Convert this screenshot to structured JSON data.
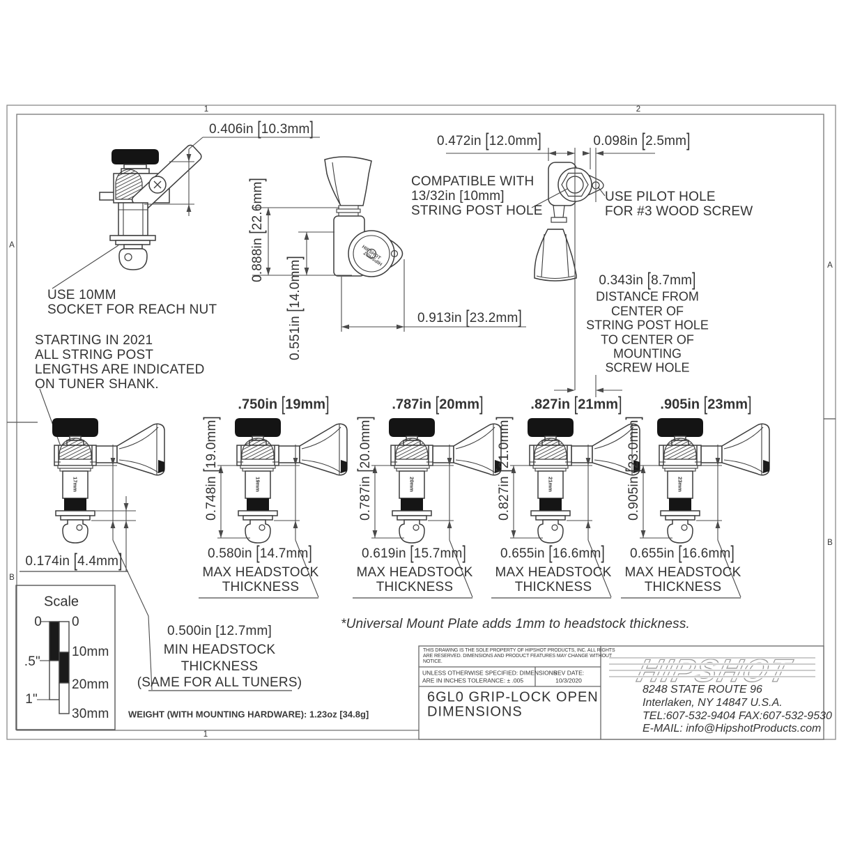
{
  "frame": {
    "zone_top_1": "1",
    "zone_top_2": "2",
    "zone_bottom_1": "1",
    "zone_left_a": "A",
    "zone_left_b": "B",
    "zone_right_a": "A",
    "zone_right_b": "B"
  },
  "front_view": {
    "dim_lever": "0.406in [10.3mm]",
    "note_socket": [
      "USE 10MM",
      "SOCKET FOR REACH NUT"
    ],
    "note_2021": [
      "STARTING IN 2021",
      "ALL STRING POST",
      "LENGTHS ARE INDICATED",
      "ON TUNER SHANK."
    ]
  },
  "side_view": {
    "dim_height": "0.888in [22.6mm]",
    "dim_body": "0.551in [14.0mm]",
    "dim_width": "0.913in [23.2mm]",
    "note_post_hole": [
      "COMPATIBLE WITH",
      "13/32in [10mm]",
      "STRING POST HOLE"
    ],
    "cap_text": "HIPSHOT"
  },
  "back_view": {
    "dim_offset": "0.472in [12.0mm]",
    "dim_edge": "0.098in [2.5mm]",
    "note_pilot": [
      "USE PILOT HOLE",
      "FOR #3 WOOD SCREW"
    ],
    "dim_screw": "0.343in [8.7mm]",
    "note_screw": [
      "DISTANCE FROM",
      "CENTER OF",
      "STRING POST HOLE",
      "TO CENTER OF",
      "MOUNTING",
      "SCREW HOLE"
    ]
  },
  "tuners": [
    {
      "shaft_label": "17mm"
    },
    {
      "shaft_label": "19mm",
      "heading": ".750in [19mm]",
      "post_length": "0.748in [19.0mm]",
      "max_thickness": "0.580in [14.7mm]",
      "max_label_1": "MAX HEADSTOCK",
      "max_label_2": "THICKNESS"
    },
    {
      "shaft_label": "20mm",
      "heading": ".787in [20mm]",
      "post_length": "0.787in [20.0mm]",
      "max_thickness": "0.619in [15.7mm]",
      "max_label_1": "MAX HEADSTOCK",
      "max_label_2": "THICKNESS"
    },
    {
      "shaft_label": "21mm",
      "heading": ".827in [21mm]",
      "post_length": "0.827in [21.0mm]",
      "max_thickness": "0.655in [16.6mm]",
      "max_label_1": "MAX HEADSTOCK",
      "max_label_2": "THICKNESS"
    },
    {
      "shaft_label": "23mm",
      "heading": ".905in [23mm]",
      "post_length": "0.905in [23.0mm]",
      "max_thickness": "0.655in [16.6mm]",
      "max_label_1": "MAX HEADSTOCK",
      "max_label_2": "THICKNESS"
    }
  ],
  "washer_dim": "0.174in [4.4mm]",
  "min_headstock": [
    "0.500in [12.7mm]",
    "MIN HEADSTOCK",
    "THICKNESS",
    "(SAME FOR ALL TUNERS)"
  ],
  "universal_note": "*Universal Mount Plate adds 1mm to headstock thickness.",
  "weight_note": "WEIGHT (WITH MOUNTING HARDWARE): 1.23oz [34.8g]",
  "scale_box": {
    "title": "Scale",
    "inch_labels": [
      "0",
      ".5\"",
      "1\""
    ],
    "mm_labels": [
      "0",
      "10mm",
      "20mm",
      "30mm"
    ]
  },
  "title_block": {
    "legal": [
      "THIS DRAWING IS THE SOLE PROPERTY OF HIPSHOT PRODUCTS, INC. ALL RIGHTS",
      "ARE RESERVED. DIMENSIONS AND PRODUCT FEATURES MAY CHANGE WITHOUT",
      "NOTICE."
    ],
    "spec": [
      "UNLESS OTHERWISE SPECIFIED: DIMENSIONS",
      "ARE IN INCHES TOLERANCE:  ± .005"
    ],
    "rev": [
      "REV DATE:",
      "10/3/2020"
    ],
    "title": [
      "6GL0 GRIP-LOCK OPEN",
      "DIMENSIONS"
    ],
    "brand": "HIPSHOT",
    "address": [
      "8248 STATE ROUTE 96",
      "Interlaken, NY 14847 U.S.A.",
      "TEL:607-532-9404 FAX:607-532-9530",
      "E-MAIL: info@HipshotProducts.com"
    ]
  }
}
